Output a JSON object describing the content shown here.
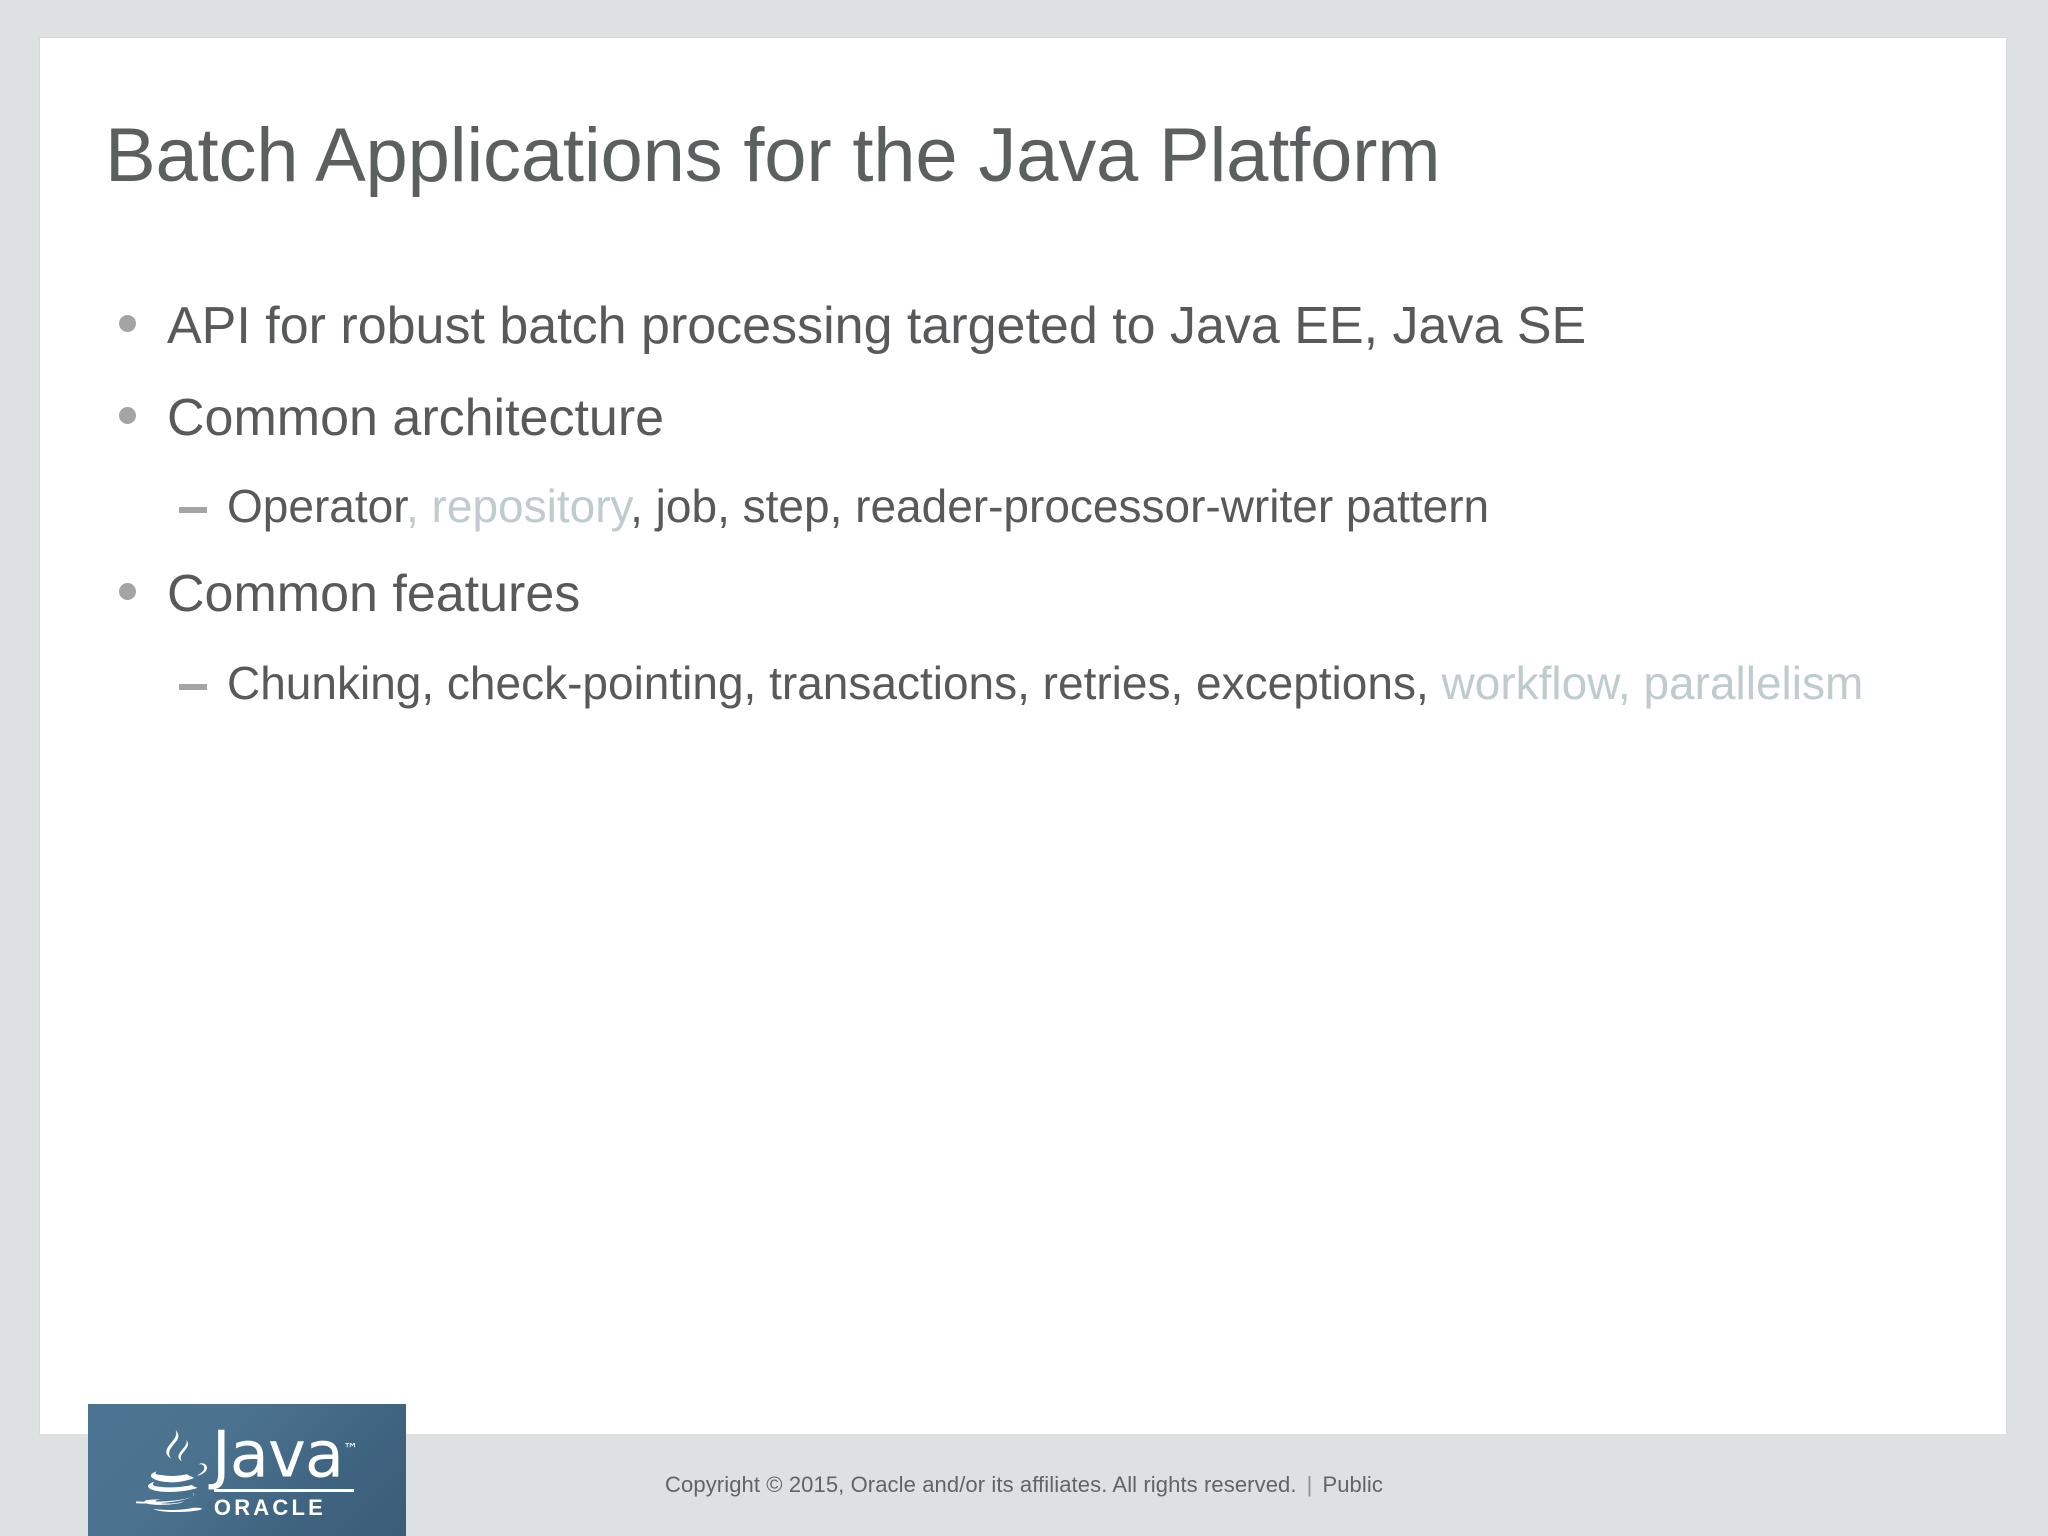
{
  "slide": {
    "title": "Batch Applications for the Java Platform",
    "bullets": [
      {
        "level": 1,
        "name": "bullet-api",
        "segments": [
          {
            "text": "API for robust batch processing targeted to Java EE, Java SE",
            "style": "normal"
          }
        ]
      },
      {
        "level": 1,
        "name": "bullet-common-architecture",
        "segments": [
          {
            "text": "Common architecture",
            "style": "normal"
          }
        ]
      },
      {
        "level": 2,
        "name": "bullet-operator-repository",
        "segments": [
          {
            "text": "Operator",
            "style": "normal"
          },
          {
            "text": ", repository",
            "style": "dim"
          },
          {
            "text": ", job, step, reader-processor-writer pattern",
            "style": "normal"
          }
        ]
      },
      {
        "level": 1,
        "name": "bullet-common-features",
        "segments": [
          {
            "text": "Common features",
            "style": "normal"
          }
        ]
      },
      {
        "level": 2,
        "name": "bullet-chunking",
        "segments": [
          {
            "text": "Chunking, check-pointing, transactions, retries, exceptions, ",
            "style": "normal"
          },
          {
            "text": "workflow, parallelism",
            "style": "dim"
          }
        ]
      }
    ]
  },
  "footer": {
    "copyright": "Copyright © 2015, Oracle and/or its affiliates. All rights reserved.",
    "separator": "|",
    "classification": "Public"
  },
  "logo": {
    "wordmark": "Java",
    "trademark": "™",
    "company": "ORACLE"
  },
  "colors": {
    "page_background": "#dee1e1",
    "slide_background": "#ffffff",
    "title_text": "#5b5f5f",
    "body_text": "#58595b",
    "dim_text": "#bfcbcd",
    "bullet_marker": "#a2a4a5",
    "footer_text": "#5f6566",
    "logo_background": "#4a7491"
  }
}
